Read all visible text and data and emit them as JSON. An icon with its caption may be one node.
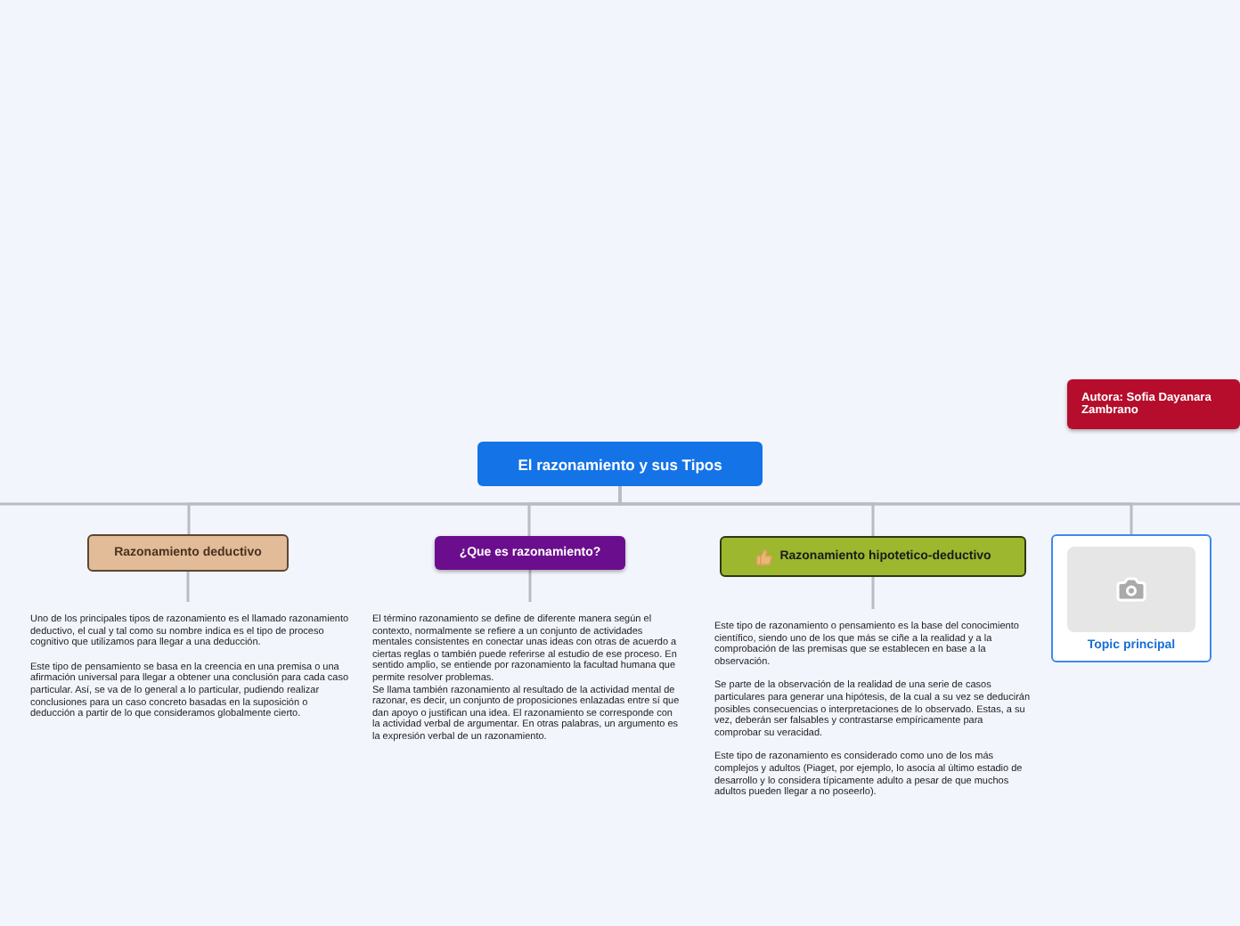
{
  "diagram": {
    "nodes": [
      {
        "text": [
          "El razonamiento y sus Tipos"
        ]
      },
      {
        "text": [
          "Autora: Sofia Dayanara Zambrano"
        ]
      },
      {
        "text": [
          "Razonamiento deductivo"
        ]
      },
      {
        "text": [
          "¿Que es razonamiento?"
        ]
      },
      {
        "text": [
          "Razonamiento hipotetico-deductivo"
        ]
      },
      {
        "text": [
          "Topic principal"
        ]
      },
      {
        "text": [
          "Uno de los principales tipos de razonamiento es el llamado razonamiento deductivo, el cual y tal como su nombre indica es el tipo de proceso cognitivo que utilizamos para llegar a una deducción.",
          "Este tipo de pensamiento se basa en la creencia en una premisa o una afirmación universal para llegar a obtener una conclusión para cada caso particular. Así, se va de lo general a lo particular, pudiendo realizar conclusiones para un caso concreto basadas en la suposición o deducción a partir de lo que consideramos globalmente cierto."
        ]
      },
      {
        "text": [
          "El término razonamiento se define de diferente manera según el contexto, normalmente se refiere a un conjunto de actividades mentales consistentes en conectar unas ideas con otras de acuerdo a ciertas reglas o también puede referirse al estudio de ese proceso. En sentido amplio, se entiende por razonamiento la facultad humana que permite resolver problemas.",
          "Se llama también razonamiento al resultado de la actividad mental de razonar, es decir, un conjunto de proposiciones enlazadas entre sí que dan apoyo o justifican una idea. El razonamiento se corresponde con la actividad verbal de argumentar. En otras palabras, un argumento es la expresión verbal de un razonamiento."
        ]
      },
      {
        "text": [
          "Este tipo de razonamiento o pensamiento es la base del conocimiento científico, siendo uno de los que más se ciñe a la realidad y a la comprobación de las premisas que se establecen en base a la observación.",
          "Se parte de la observación de la realidad de una serie de casos particulares para generar una hipótesis, de la cual a su vez se deducirán posibles consecuencias o interpretaciones de lo observado. Estas, a su vez, deberán ser falsables y contrastarse empíricamente para comprobar su veracidad.",
          "Este tipo de razonamiento es considerado como uno de los más complejos y adultos (Piaget, por ejemplo, lo asocia al último estadio de desarrollo y lo considera típicamente adulto a pesar de que muchos adultos pueden llegar a no poseerlo)."
        ]
      }
    ],
    "edges": [
      {
        "from": 0,
        "to": 2,
        "arrow": "none"
      },
      {
        "from": 0,
        "to": 3,
        "arrow": "none"
      },
      {
        "from": 0,
        "to": 4,
        "arrow": "none"
      },
      {
        "from": 0,
        "to": 5,
        "arrow": "none"
      },
      {
        "from": 0,
        "to": null,
        "arrow": "none"
      },
      {
        "from": 0,
        "to": null,
        "arrow": "none"
      },
      {
        "from": 2,
        "to": 6,
        "arrow": "none"
      },
      {
        "from": 3,
        "to": 7,
        "arrow": "none"
      },
      {
        "from": 4,
        "to": 8,
        "arrow": "none"
      }
    ]
  }
}
